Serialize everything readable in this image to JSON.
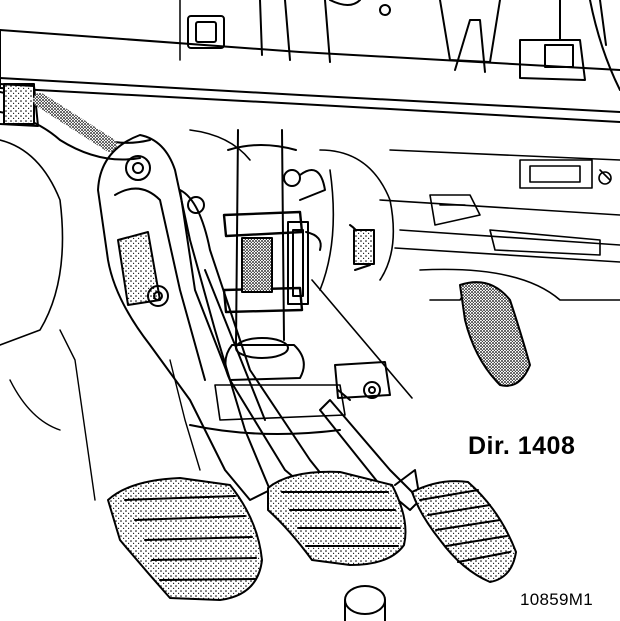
{
  "diagram": {
    "direction_label": "Dir.  1408",
    "reference_code": "10859M1"
  },
  "colors": {
    "ink": "#000000",
    "paper": "#ffffff",
    "stipple": "#000000"
  },
  "icons": {
    "pedal_assembly": "pedal-assembly-illustration"
  }
}
